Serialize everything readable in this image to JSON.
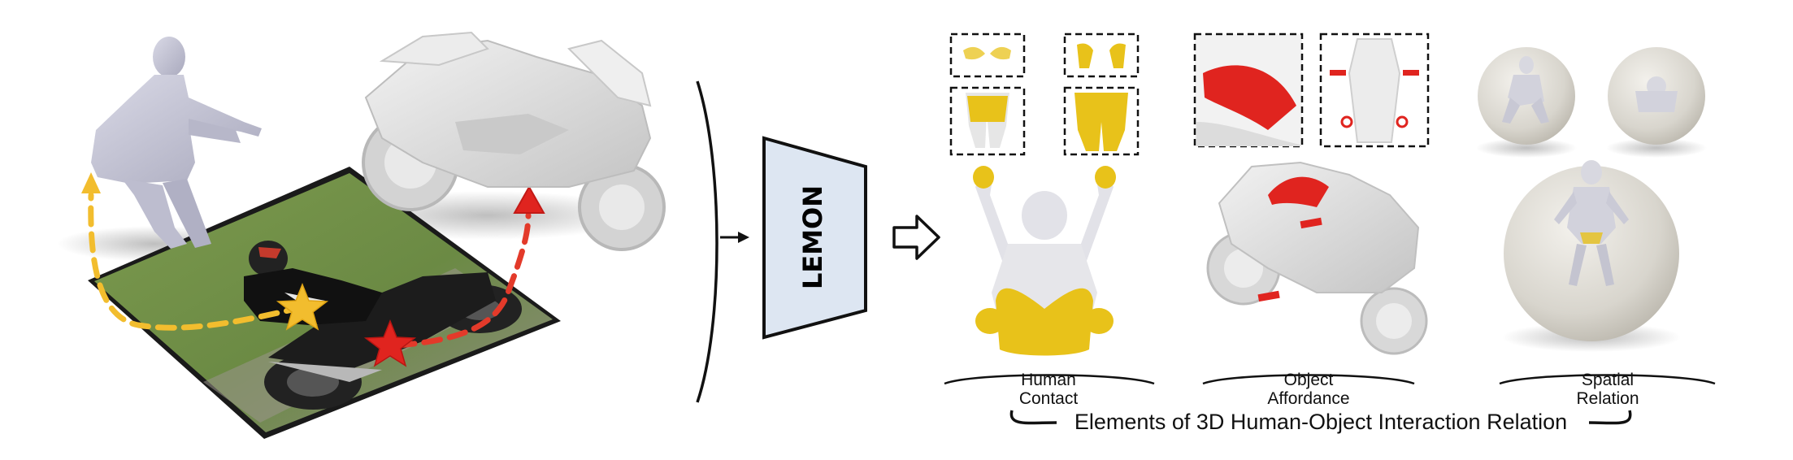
{
  "model": {
    "name": "LEMON"
  },
  "outputs": {
    "human_contact": {
      "line1": "Human",
      "line2": "Contact"
    },
    "object_affordance": {
      "line1": "Object",
      "line2": "Affordance"
    },
    "spatial_relation": {
      "line1": "Spatial",
      "line2": "Relation"
    }
  },
  "footer": {
    "title": "Elements of 3D Human-Object Interaction Relation"
  },
  "icons": [
    "human-mesh-icon",
    "motorcycle-mesh-icon",
    "star-icon",
    "triangle-marker-icon",
    "arrow-icon",
    "hollow-arrow-icon",
    "sphere-icon"
  ],
  "colors": {
    "human_contact": "#e8c21a",
    "object_affordance": "#e0241f",
    "yellow_path": "#f2bd2e",
    "red_path": "#e33a2a",
    "lemon_fill": "#dde6f2",
    "mesh_grey": "#e6e6e6",
    "human_mesh": "#c9c9d9"
  }
}
